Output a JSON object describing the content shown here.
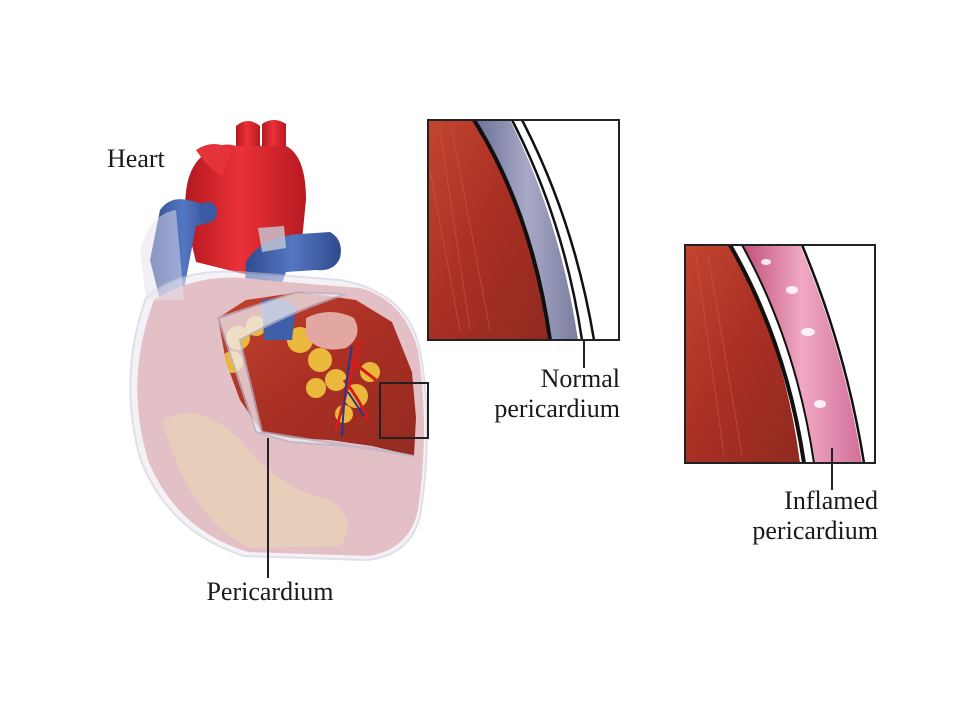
{
  "labels": {
    "heart": "Heart",
    "normal_line1": "Normal",
    "normal_line2": "pericardium",
    "inflamed_line1": "Inflamed",
    "inflamed_line2": "pericardium",
    "pericardium": "Pericardium"
  },
  "colors": {
    "aorta_red": "#d8202a",
    "vein_blue": "#3f5fa8",
    "muscle_red": "#b8382a",
    "fat_yellow": "#e8b83a",
    "sac_translucent": "#e4e2ee",
    "normal_layer": "#8f92b0",
    "inflamed_layer": "#d8789c"
  }
}
